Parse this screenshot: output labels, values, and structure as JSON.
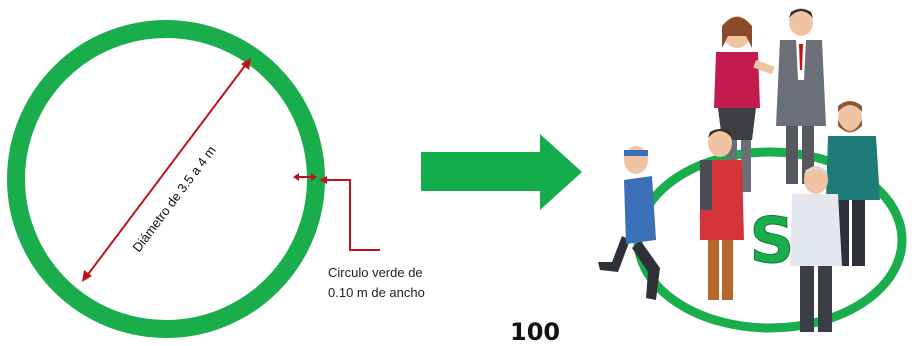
{
  "diagram": {
    "diameter_label": "Diámetro de 3.5 a 4 m",
    "width_note_line1": "Circulo verde de",
    "width_note_line2": "0.10 m de ancho",
    "page_number": "100",
    "logo_letter": "S",
    "colors": {
      "ring_green": "#1aad4b",
      "arrow_red": "#c0121a",
      "big_arrow_green": "#13ad4b"
    }
  }
}
